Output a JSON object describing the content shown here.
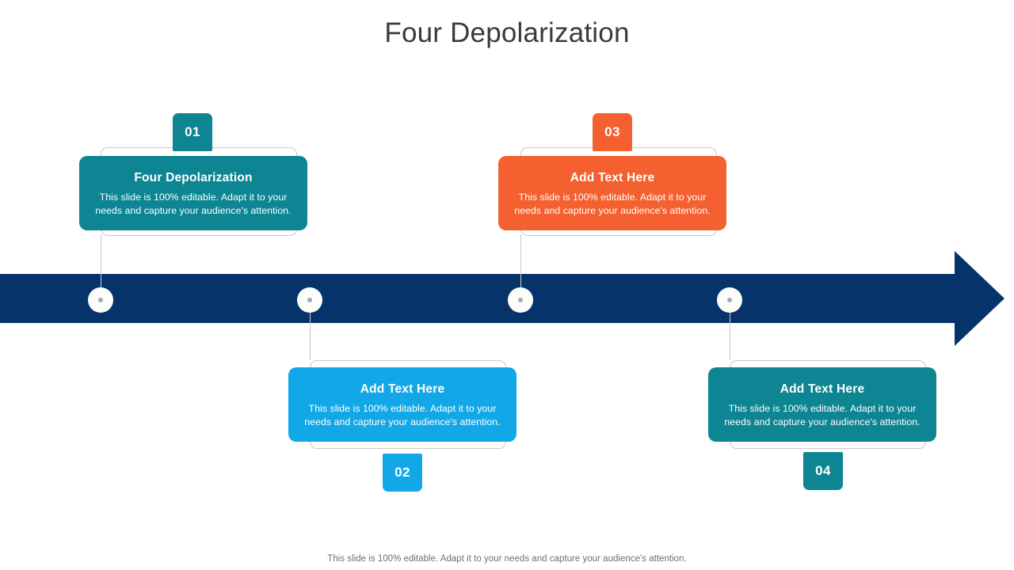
{
  "slide": {
    "title": "Four Depolarization",
    "footer": "This slide is 100% editable. Adapt it to your needs and capture your audience's attention."
  },
  "colors": {
    "teal": "#0d8592",
    "orange": "#f4602f",
    "blue": "#12a8e8",
    "navy": "#06346a",
    "connector": "#c9c9c9",
    "title_text": "#3a3a3a",
    "footer_text": "#6e6e6e"
  },
  "steps": [
    {
      "number": "01",
      "heading": "Four Depolarization",
      "body": "This slide is 100% editable. Adapt it to your needs and capture your audience's attention.",
      "color": "#0d8592",
      "position": "above"
    },
    {
      "number": "02",
      "heading": "Add Text Here",
      "body": "This slide is 100% editable. Adapt it to your needs and capture your audience's attention.",
      "color": "#12a8e8",
      "position": "below"
    },
    {
      "number": "03",
      "heading": "Add Text Here",
      "body": "This slide is 100% editable. Adapt it to your needs and capture your audience's attention.",
      "color": "#f4602f",
      "position": "above"
    },
    {
      "number": "04",
      "heading": "Add Text Here",
      "body": "This slide is 100% editable. Adapt it to your needs and capture your audience's attention.",
      "color": "#0d8592",
      "position": "below"
    }
  ]
}
